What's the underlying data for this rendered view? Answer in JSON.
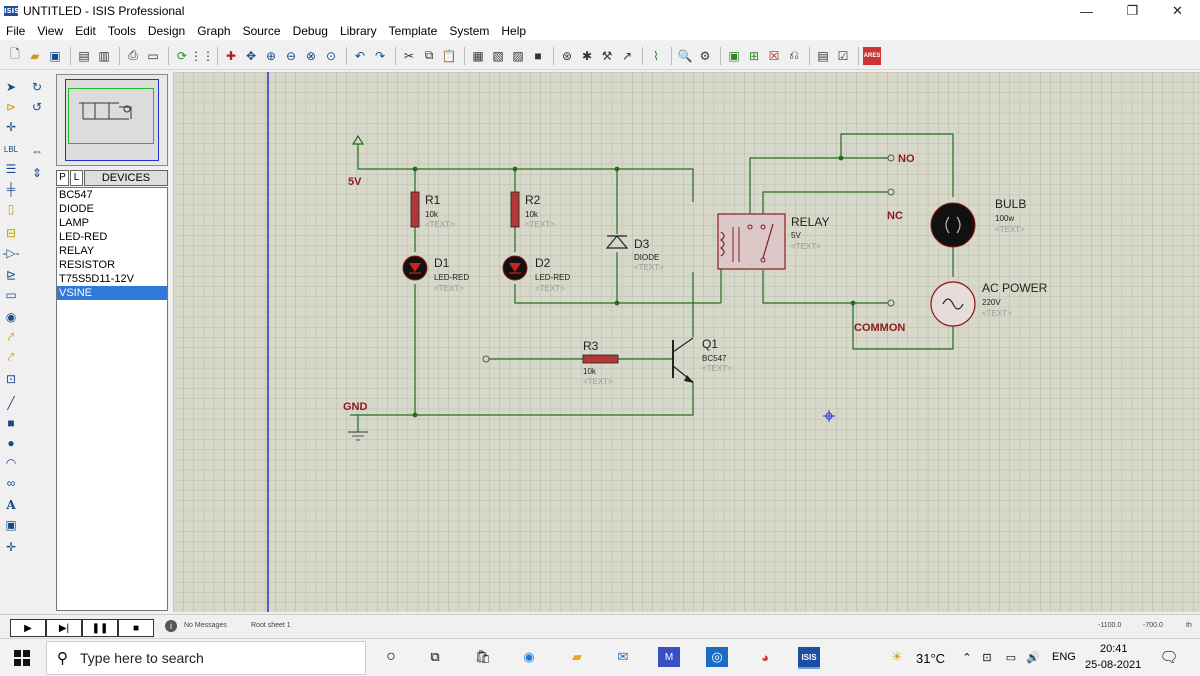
{
  "window": {
    "logo": "ISIS",
    "title": "UNTITLED - ISIS Professional",
    "minimize": "—",
    "restore": "❐",
    "close": "✕"
  },
  "menu": [
    "File",
    "View",
    "Edit",
    "Tools",
    "Design",
    "Graph",
    "Source",
    "Debug",
    "Library",
    "Template",
    "System",
    "Help"
  ],
  "panel": {
    "tab_p": "P",
    "tab_l": "L",
    "header": "DEVICES",
    "devices": [
      "BC547",
      "DIODE",
      "LAMP",
      "LED-RED",
      "RELAY",
      "RESISTOR",
      "T75S5D11-12V",
      "VSINE"
    ],
    "selected": "VSINE"
  },
  "schematic": {
    "power_label": "5V",
    "gnd_label": "GND",
    "r1": {
      "name": "R1",
      "value": "10k",
      "text": "<TEXT>"
    },
    "r2": {
      "name": "R2",
      "value": "10k",
      "text": "<TEXT>"
    },
    "r3": {
      "name": "R3",
      "value": "10k",
      "text": "<TEXT>"
    },
    "d1": {
      "name": "D1",
      "value": "LED-RED",
      "text": "<TEXT>"
    },
    "d2": {
      "name": "D2",
      "value": "LED-RED",
      "text": "<TEXT>"
    },
    "d3": {
      "name": "D3",
      "value": "DIODE",
      "text": "<TEXT>"
    },
    "q1": {
      "name": "Q1",
      "value": "BC547",
      "text": "<TEXT>"
    },
    "relay": {
      "name": "RELAY",
      "value": "5V",
      "text": "<TEXT>"
    },
    "bulb": {
      "name": "BULB",
      "value": "100w",
      "text": "<TEXT>"
    },
    "ac": {
      "name": "AC POWER",
      "value": "220V",
      "text": "<TEXT>"
    },
    "no_label": "NO",
    "nc_label": "NC",
    "common_label": "COMMON"
  },
  "status": {
    "messages": "No Messages",
    "sheet": "Root sheet 1",
    "coord_x": "-1100.0",
    "coord_y": "-700.0",
    "units": "th"
  },
  "taskbar": {
    "search_placeholder": "Type here to search",
    "temperature": "31°C",
    "language": "ENG",
    "time": "20:41",
    "date": "25-08-2021"
  },
  "colors": {
    "grid_bg": "#d8d8ca",
    "wire": "#1f6e1f",
    "component": "#8b1a1a",
    "label": "#8b1a1a",
    "selection": "#3079d8"
  }
}
